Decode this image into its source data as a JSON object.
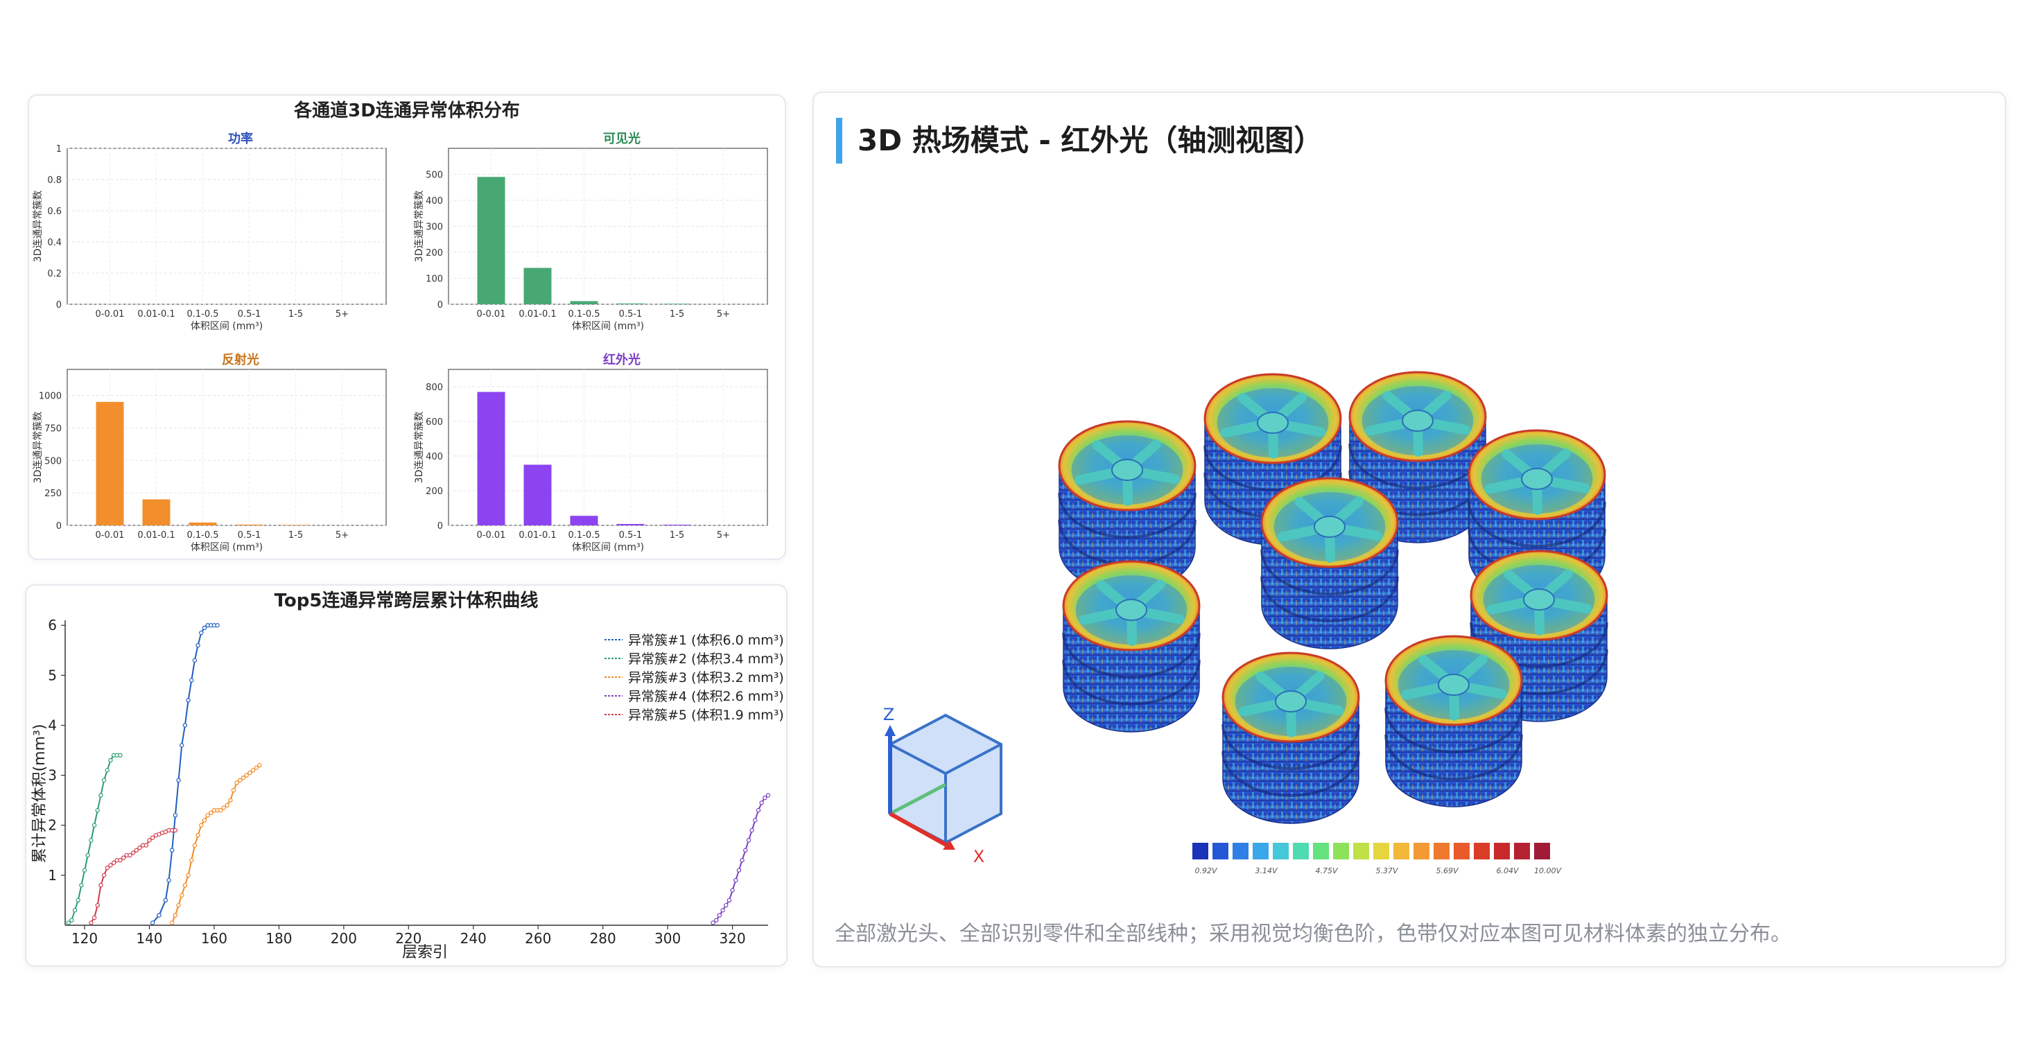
{
  "volume_chart": {
    "title": "各通道3D连通异常体积分布",
    "xlabel": "体积区间 (mm³)",
    "ylabel": "3D连通异常簇数"
  },
  "curve_chart": {
    "title": "Top5连通异常跨层累计体积曲线",
    "xlabel": "层索引",
    "ylabel": "累计异常体积(mm³)"
  },
  "view_panel": {
    "title": "3D 热场模式 - 红外光（轴测视图）",
    "note": "全部激光头、全部识别零件和全部线种；采用视觉均衡色阶，色带仅对应本图可见材料体素的独立分布。",
    "axis_z": "Z",
    "axis_x": "X",
    "colorbar_labels": [
      "0.92V",
      "3.14V",
      "4.75V",
      "5.37V",
      "5.69V",
      "6.04V",
      "10.00V"
    ],
    "colorbar_colors": [
      "#1a33b8",
      "#2556d6",
      "#2f7fe6",
      "#3aa6ea",
      "#45c8d9",
      "#4fdbb1",
      "#63e27e",
      "#8ee25a",
      "#bfe047",
      "#e6d63e",
      "#f1b83a",
      "#f39a34",
      "#ef7a2e",
      "#e85a2a",
      "#d93c27",
      "#c82a2a",
      "#b52230",
      "#a01c36"
    ]
  },
  "chart_data": [
    {
      "type": "bar",
      "title": "功率",
      "categories": [
        "0-0.01",
        "0.01-0.1",
        "0.1-0.5",
        "0.5-1",
        "1-5",
        "5+"
      ],
      "values": [
        0,
        0,
        0,
        0,
        0,
        0
      ],
      "ylim": [
        0,
        1
      ],
      "yticks": [
        "0",
        "0.2",
        "0.4",
        "0.6",
        "0.8",
        "1"
      ],
      "title_color": "#3152b8",
      "bar_color": "#4a6fd6",
      "grid": true
    },
    {
      "type": "bar",
      "title": "可见光",
      "categories": [
        "0-0.01",
        "0.01-0.1",
        "0.1-0.5",
        "0.5-1",
        "1-5",
        "5+"
      ],
      "values": [
        490,
        140,
        12,
        3,
        2,
        0
      ],
      "ylim": [
        0,
        600
      ],
      "yticks": [
        "0",
        "100",
        "200",
        "300",
        "400",
        "500"
      ],
      "title_color": "#2e8a55",
      "bar_color": "#48a874",
      "grid": true
    },
    {
      "type": "bar",
      "title": "反射光",
      "categories": [
        "0-0.01",
        "0.01-0.1",
        "0.1-0.5",
        "0.5-1",
        "1-5",
        "5+"
      ],
      "values": [
        950,
        200,
        22,
        6,
        3,
        0
      ],
      "ylim": [
        0,
        1200
      ],
      "yticks": [
        "0",
        "250",
        "500",
        "750",
        "1000"
      ],
      "title_color": "#c8751f",
      "bar_color": "#f28f2c",
      "grid": true
    },
    {
      "type": "bar",
      "title": "红外光",
      "categories": [
        "0-0.01",
        "0.01-0.1",
        "0.1-0.5",
        "0.5-1",
        "1-5",
        "5+"
      ],
      "values": [
        770,
        350,
        55,
        8,
        4,
        0
      ],
      "ylim": [
        0,
        900
      ],
      "yticks": [
        "0",
        "200",
        "400",
        "600",
        "800"
      ],
      "title_color": "#7b3fc4",
      "bar_color": "#8c44f0",
      "grid": true
    },
    {
      "type": "line",
      "title": "Top5连通异常跨层累计体积曲线",
      "xlabel": "层索引",
      "ylabel": "累计异常体积(mm³)",
      "xlim": [
        114,
        331
      ],
      "ylim": [
        0,
        6.1
      ],
      "xticks": [
        120,
        140,
        160,
        180,
        200,
        220,
        240,
        260,
        280,
        300,
        320
      ],
      "yticks": [
        1,
        2,
        3,
        4,
        5,
        6
      ],
      "legend": "top-right",
      "series": [
        {
          "name": "异常簇#1 (体积6.0 mm³)",
          "color": "#1f5fbf",
          "x": [
            141,
            143,
            145,
            146,
            147,
            148,
            149,
            150,
            151,
            152,
            153,
            154,
            155,
            156,
            157,
            158,
            159,
            160,
            161
          ],
          "y": [
            0.05,
            0.2,
            0.5,
            0.9,
            1.5,
            2.2,
            2.9,
            3.6,
            4.0,
            4.5,
            4.9,
            5.3,
            5.6,
            5.85,
            5.95,
            6.0,
            6.0,
            6.0,
            6.0
          ]
        },
        {
          "name": "异常簇#2 (体积3.4 mm³)",
          "color": "#2b9c6e",
          "x": [
            115,
            116,
            117,
            118,
            119,
            120,
            121,
            122,
            123,
            124,
            125,
            126,
            127,
            128,
            129,
            130,
            131
          ],
          "y": [
            0.05,
            0.1,
            0.3,
            0.5,
            0.8,
            1.1,
            1.4,
            1.7,
            2.0,
            2.3,
            2.6,
            2.9,
            3.1,
            3.3,
            3.4,
            3.4,
            3.4
          ]
        },
        {
          "name": "异常簇#3 (体积3.2 mm³)",
          "color": "#f08a24",
          "x": [
            147,
            148,
            149,
            150,
            151,
            152,
            153,
            154,
            155,
            156,
            157,
            158,
            159,
            160,
            161,
            162,
            163,
            164,
            165,
            166,
            167,
            168,
            169,
            170,
            171,
            172,
            173,
            174
          ],
          "y": [
            0.05,
            0.2,
            0.4,
            0.6,
            0.8,
            1.0,
            1.3,
            1.6,
            1.8,
            2.0,
            2.1,
            2.2,
            2.25,
            2.3,
            2.3,
            2.3,
            2.35,
            2.4,
            2.5,
            2.7,
            2.85,
            2.9,
            2.95,
            3.0,
            3.05,
            3.1,
            3.15,
            3.2
          ]
        },
        {
          "name": "异常簇#4 (体积2.6 mm³)",
          "color": "#7a3fbf",
          "x": [
            314,
            315,
            316,
            317,
            318,
            319,
            320,
            321,
            322,
            323,
            324,
            325,
            326,
            327,
            328,
            329,
            330,
            331
          ],
          "y": [
            0.05,
            0.1,
            0.2,
            0.3,
            0.4,
            0.5,
            0.7,
            0.9,
            1.1,
            1.3,
            1.5,
            1.7,
            1.9,
            2.1,
            2.3,
            2.45,
            2.55,
            2.6
          ]
        },
        {
          "name": "异常簇#5 (体积1.9 mm³)",
          "color": "#d23a4a",
          "x": [
            122,
            123,
            124,
            125,
            126,
            127,
            128,
            129,
            130,
            131,
            132,
            133,
            134,
            135,
            136,
            137,
            138,
            139,
            140,
            141,
            142,
            143,
            144,
            145,
            146,
            147,
            148
          ],
          "y": [
            0.05,
            0.15,
            0.4,
            0.8,
            1.0,
            1.15,
            1.2,
            1.25,
            1.3,
            1.3,
            1.35,
            1.4,
            1.4,
            1.45,
            1.5,
            1.55,
            1.6,
            1.6,
            1.7,
            1.75,
            1.8,
            1.82,
            1.85,
            1.87,
            1.9,
            1.9,
            1.9
          ]
        }
      ]
    }
  ]
}
